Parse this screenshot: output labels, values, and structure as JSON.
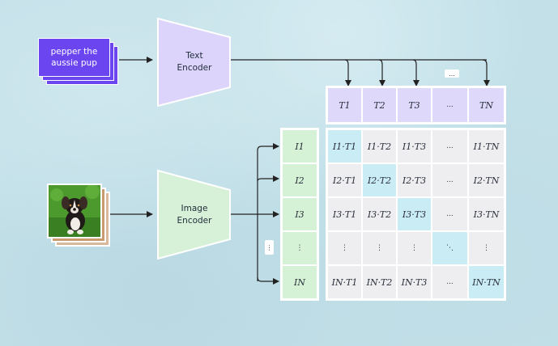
{
  "text_input": {
    "label": "pepper the aussie pup"
  },
  "text_encoder": {
    "label": "Text\nEncoder",
    "fill": "#dcd4fa"
  },
  "image_encoder": {
    "label": "Image\nEncoder",
    "fill": "#d6f1d7"
  },
  "text_tokens": [
    "T1",
    "T2",
    "T3",
    "...",
    "TN"
  ],
  "image_tokens": [
    "I1",
    "I2",
    "I3",
    "⋮",
    "IN"
  ],
  "ellipsis_top": "...",
  "ellipsis_side": "⋮",
  "matrix": [
    [
      "I1·T1",
      "I1·T2",
      "I1·T3",
      "...",
      "I1·TN"
    ],
    [
      "I2·T1",
      "I2·T2",
      "I2·T3",
      "...",
      "I2·TN"
    ],
    [
      "I3·T1",
      "I3·T2",
      "I3·T3",
      "...",
      "I3·TN"
    ],
    [
      "⋮",
      "⋮",
      "⋮",
      "⋱",
      "⋮"
    ],
    [
      "IN·T1",
      "IN·T2",
      "IN·T3",
      "...",
      "IN·TN"
    ]
  ],
  "colors": {
    "text_card": "#6a45f0",
    "text_token": "#ded9fb",
    "image_token": "#d5f2d6",
    "matrix_cell": "#eeeef1",
    "diagonal_cell": "#c9ecf5",
    "arrow": "#222222"
  }
}
